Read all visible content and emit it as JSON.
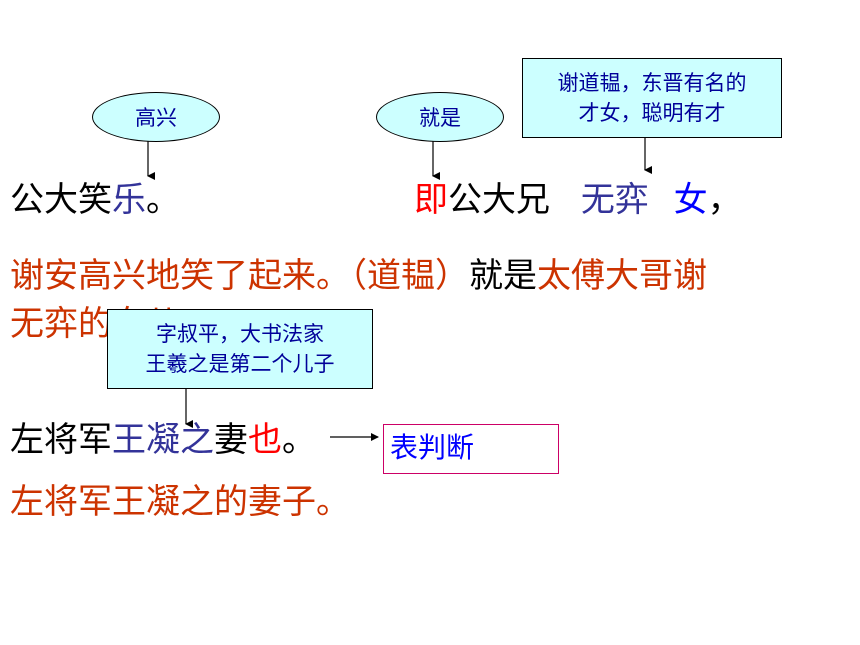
{
  "glosses": {
    "gaoxing": "高兴",
    "jiushi": "就是",
    "xiedaoyun_line1": "谢道韫，东晋有名的",
    "xiedaoyun_line2": "才女，聪明有才",
    "wangning_line1": "字叔平，大书法家",
    "wangning_line2": "王羲之是第二个儿子"
  },
  "line1": {
    "part1": "公大笑",
    "part2": "乐",
    "part3": "。"
  },
  "line2": {
    "part1": "即",
    "part2": "公大兄",
    "part3": "无弈",
    "part4": "女",
    "part5": "，"
  },
  "translation1": {
    "part1": "谢安高兴地笑了起来。（道韫）",
    "part2": "就是",
    "part3": "太傅大哥谢",
    "part4": "无弈的女儿。"
  },
  "line3": {
    "part1": "左将军",
    "part2": "王凝之",
    "part3": "妻",
    "part4": "也",
    "part5": "。"
  },
  "note": "表判断",
  "translation2": "左将军王凝之的妻子。",
  "colors": {
    "highlight_red": "#ff0000",
    "translation_red": "#cc3300",
    "navy": "#333399",
    "blue": "#0000ff",
    "gloss_fill": "#ccffff"
  }
}
